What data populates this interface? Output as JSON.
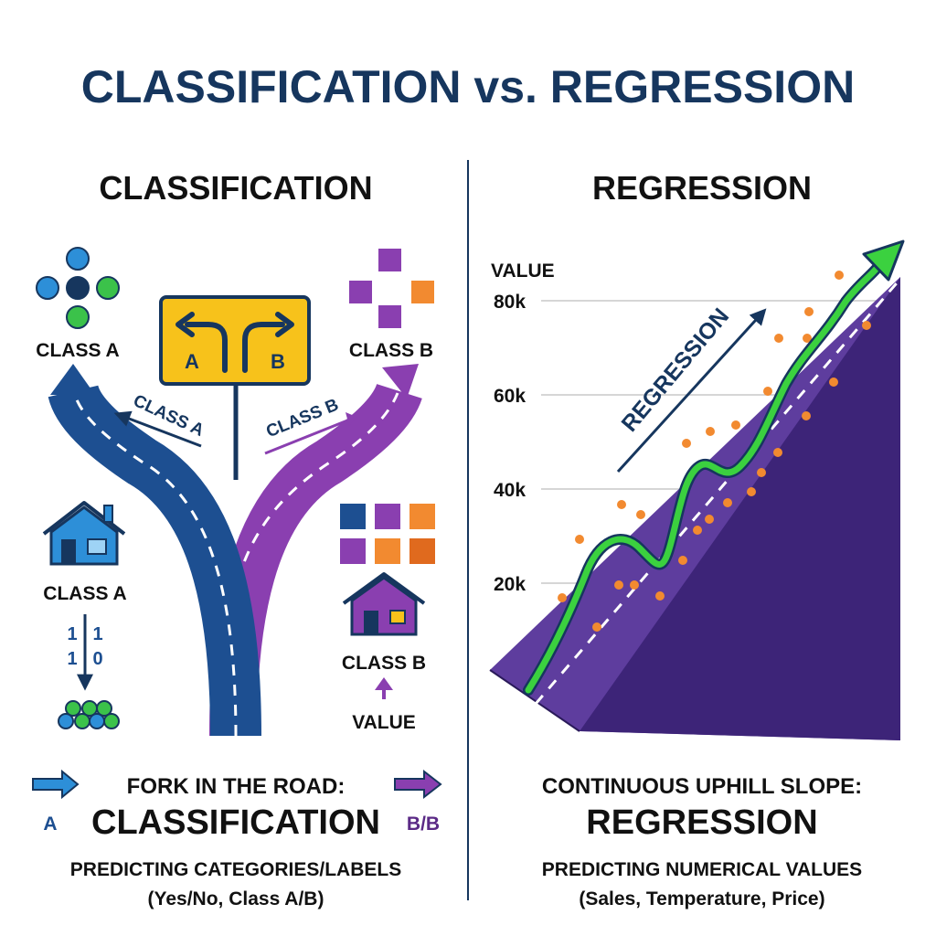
{
  "title": "CLASSIFICATION vs. REGRESSION",
  "colors": {
    "navy": "#16365e",
    "blue": "#1d4f91",
    "purple": "#8a3fb0",
    "green": "#3bd13f",
    "orange": "#f28a30",
    "yellow": "#f7c21b",
    "slope": "#4a2a8c"
  },
  "classification": {
    "heading": "CLASSIFICATION",
    "class_a_label": "CLASS A",
    "class_b_label": "CLASS B",
    "sign_left": "A",
    "sign_right": "B",
    "road_label_a": "CLASS A",
    "road_label_b": "CLASS B",
    "house_a_label": "CLASS A",
    "house_b_label": "CLASS B",
    "binary_col1": [
      "1",
      "1"
    ],
    "binary_col2": [
      "1",
      "0"
    ],
    "value_label": "VALUE",
    "bottom_line1": "FORK IN THE ROAD:",
    "bottom_big": "CLASSIFICATION",
    "bottom_left_letter": "A",
    "bottom_right_letter": "B/B",
    "bottom_line3": "PREDICTING CATEGORIES/LABELS",
    "bottom_line4": "(Yes/No, Class A/B)"
  },
  "regression": {
    "heading": "REGRESSION",
    "axis_label": "VALUE",
    "diagonal_label": "REGRESSION",
    "bottom_line1": "CONTINUOUS UPHILL SLOPE:",
    "bottom_big": "REGRESSION",
    "bottom_line3": "PREDICTING NUMERICAL VALUES",
    "bottom_line4": "(Sales, Temperature, Price)"
  },
  "chart_data": {
    "type": "scatter",
    "ylabel": "VALUE",
    "y_ticks": [
      "80k",
      "60k",
      "40k",
      "20k"
    ],
    "grid": true
  }
}
